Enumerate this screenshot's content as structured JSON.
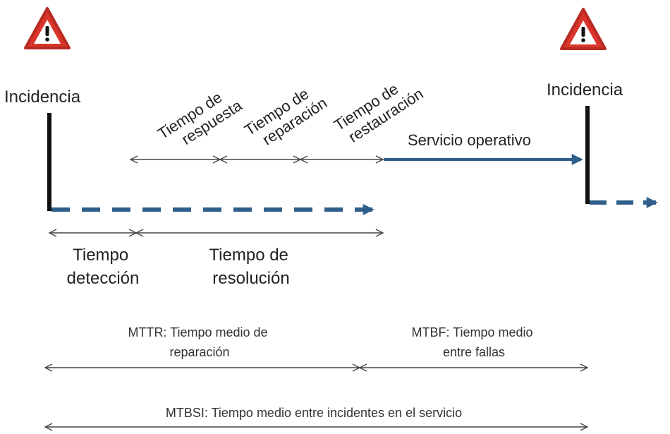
{
  "incidents": {
    "left_label": "Incidencia",
    "right_label": "Incidencia"
  },
  "phases": {
    "respuesta": [
      "Tiempo de",
      "respuesta"
    ],
    "reparacion": [
      "Tiempo de",
      "reparación"
    ],
    "restauracion": [
      "Tiempo de",
      "restauración"
    ],
    "servicio": "Servicio operativo"
  },
  "periods": {
    "deteccion": [
      "Tiempo",
      "detección"
    ],
    "resolucion": [
      "Tiempo de",
      "resolución"
    ]
  },
  "metrics": {
    "mttr": [
      "MTTR:  Tiempo  medio  de",
      "reparación"
    ],
    "mtbf": [
      "MTBF:  Tiempo  medio",
      "entre fallas"
    ],
    "mtbsi": "MTBSI:  Tiempo  medio  entre  incidentes  en  el  servicio"
  },
  "colors": {
    "warning_red": "#d9352b",
    "service_blue": "#2f5e8a",
    "outage_blue": "#2f5e8a",
    "line_black": "#111111",
    "thin_arrow": "#444444"
  }
}
